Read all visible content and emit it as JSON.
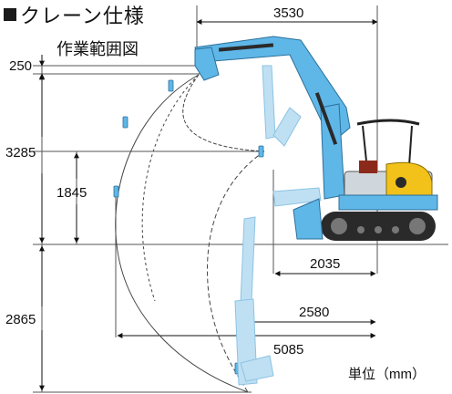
{
  "title": "クレーン仕様",
  "subtitle": "作業範囲図",
  "unit_label": "単位（mm）",
  "dimensions": {
    "top_width": "3530",
    "left_top_height": "250",
    "left_mid_height": "3285",
    "left_inner_height": "1845",
    "left_bottom_depth": "2865",
    "radius_2035": "2035",
    "radius_2580": "2580",
    "radius_5085": "5085"
  },
  "colors": {
    "boom": "#5fb7e8",
    "boom_light": "#bfe0f3",
    "track": "#2a2a2a",
    "engine_yellow": "#f2c21b"
  }
}
